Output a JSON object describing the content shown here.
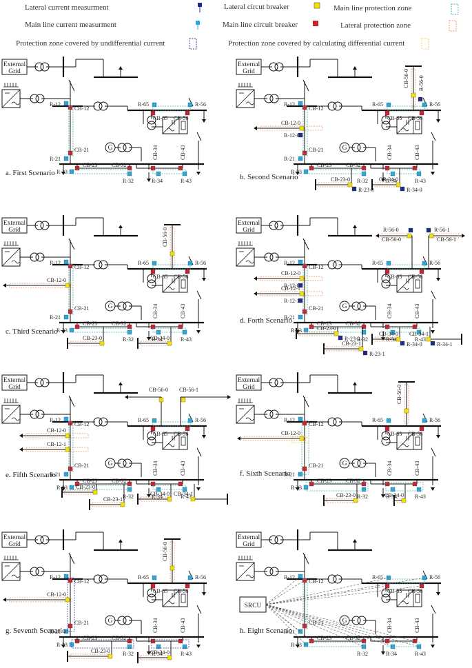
{
  "legend": {
    "lateral_current": "Lateral current measurment",
    "main_line_current": "Main line current measurment",
    "undiff_zone": "Protection zone covered by undifferential current",
    "lateral_cb": "Lateral circut breaker",
    "main_line_cb": "Main line circuit breaker",
    "calc_diff_zone": "Protection zone covered by calculating differential current",
    "main_line_zone": "Main line protection zone",
    "lateral_zone": "Lateral protection zone"
  },
  "colors": {
    "main_cb": "#cc2233",
    "lateral_cb": "#f2e300",
    "main_meas": "#29a8e0",
    "lateral_meas": "#1f2a8a",
    "main_zone": "#3fb4a8",
    "lateral_zone": "#e6956a",
    "undiff_zone": "#2d3f9a",
    "calc_zone": "#f0d060"
  },
  "common": {
    "ext_grid_1": "External",
    "ext_grid_2": "Grid",
    "gen": "G",
    "R12": "R-12",
    "CB12": "CB-12",
    "R21": "R-21",
    "CB21": "CB-21",
    "R23": "R-23",
    "CB23": "CB-23",
    "R32": "R-32",
    "CB32": "CB-32",
    "R34": "R-34",
    "CB34": "CB-34",
    "R43": "R-43",
    "CB43": "CB-43",
    "R65": "R-65",
    "CB65": "CB-65",
    "R56": "R-56",
    "CB56": "CB-56",
    "srcu": "SRCU"
  },
  "scenarios": [
    {
      "title": "a. First Scenario"
    },
    {
      "title": "b. Second Scenario"
    },
    {
      "title": "c. Third Scenario"
    },
    {
      "title": "d. Forth Scenario"
    },
    {
      "title": "e. Fifth Scenario"
    },
    {
      "title": "f. Sixth Scenario"
    },
    {
      "title": "g. Seventh Scenario"
    },
    {
      "title": "h. Eight Scenario"
    }
  ],
  "laterals": {
    "CB120": "CB-12-0",
    "R120": "R-12-0",
    "CB121": "CB-12-1",
    "R121": "R-12-1",
    "CB230": "CB-23-0",
    "R230": "R-23-0",
    "CB231": "CB-23-1",
    "R231": "R-23-1",
    "CB340": "CB-34-0",
    "R340": "R-34-0",
    "CB341": "CB-34-1",
    "R341": "R-34-1",
    "CB560": "CB-56-0",
    "R560": "R-56-0",
    "CB561": "CB-56-1",
    "R561": "R-56-1"
  }
}
